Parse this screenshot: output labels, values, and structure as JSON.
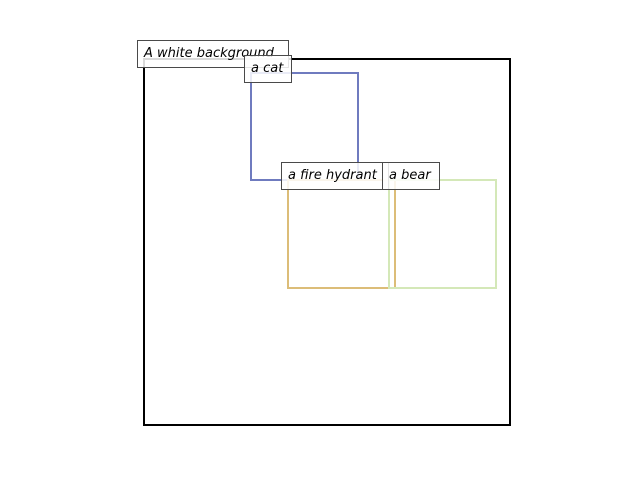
{
  "regions": [
    {
      "id": "background",
      "label": "A white background",
      "color": "#000000"
    },
    {
      "id": "cat",
      "label": "a cat",
      "color": "#6f7bbf"
    },
    {
      "id": "fire-hydrant",
      "label": "a fire hydrant",
      "color": "#dcbd78"
    },
    {
      "id": "bear",
      "label": "a bear",
      "color": "#d4e8b8"
    }
  ]
}
